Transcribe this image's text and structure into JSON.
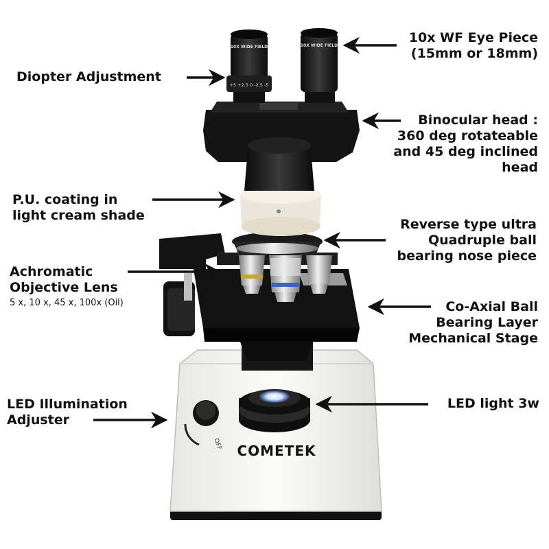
{
  "labels": {
    "eyepiece": [
      "10x WF Eye Piece",
      "(15mm or 18mm)"
    ],
    "diopter": [
      "Diopter Adjustment"
    ],
    "head": [
      "Binocular head :",
      "360 deg rotateable",
      "and 45 deg inclined",
      "head"
    ],
    "coating": [
      "P.U. coating in",
      "light cream shade"
    ],
    "nosepiece": [
      "Reverse type ultra",
      "Quadruple ball",
      "bearing nose piece"
    ],
    "objective": [
      "Achromatic",
      "Objective Lens"
    ],
    "objective_sub": "5 x, 10 x, 45 x, 100x (Oil)",
    "stage": [
      "Co-Axial Ball",
      "Bearing Layer",
      "Mechanical Stage"
    ],
    "led_adj": [
      "LED Illumination",
      "Adjuster"
    ],
    "led_light": [
      "LED light 3w"
    ]
  },
  "microscope": {
    "brand": "COMETEK",
    "eyepiece_text": "10X WIDE FIELD",
    "diopter_scale": "+5 +2.5 0 -2.5 -5",
    "off_text": "OFF"
  },
  "colors": {
    "body_black": "#1a1a1a",
    "base_white": "#f2f2f0",
    "cream": "#ece6da",
    "chrome": "#c9c9c9",
    "led_glow": "#cfe3ff"
  }
}
